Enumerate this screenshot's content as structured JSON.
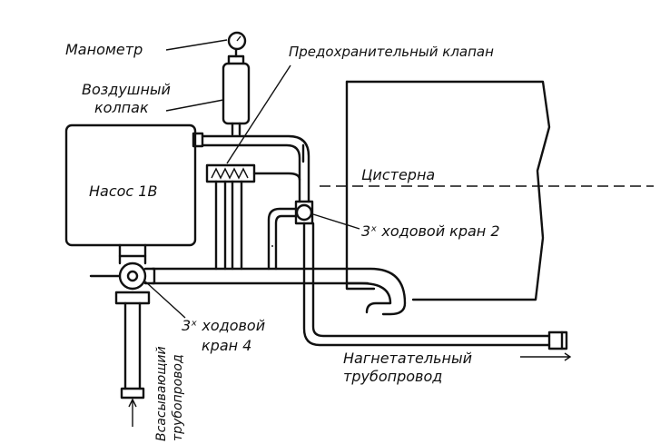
{
  "labels": {
    "manometer": "Манометр",
    "air_cap_1": "Воздушный",
    "air_cap_2": "колпак",
    "safety_valve": "Предохранительный клапан",
    "pump": "Насос 1В",
    "tank": "Цистерна",
    "valve2": "3ˣ ходовой кран 2",
    "valve4_1": "3ˣ ходовой",
    "valve4_2": "кран 4",
    "discharge_1": "Нагнетательный",
    "discharge_2": "трубопровод",
    "suction_1": "Всасывающий",
    "suction_2": "трубопровод"
  }
}
